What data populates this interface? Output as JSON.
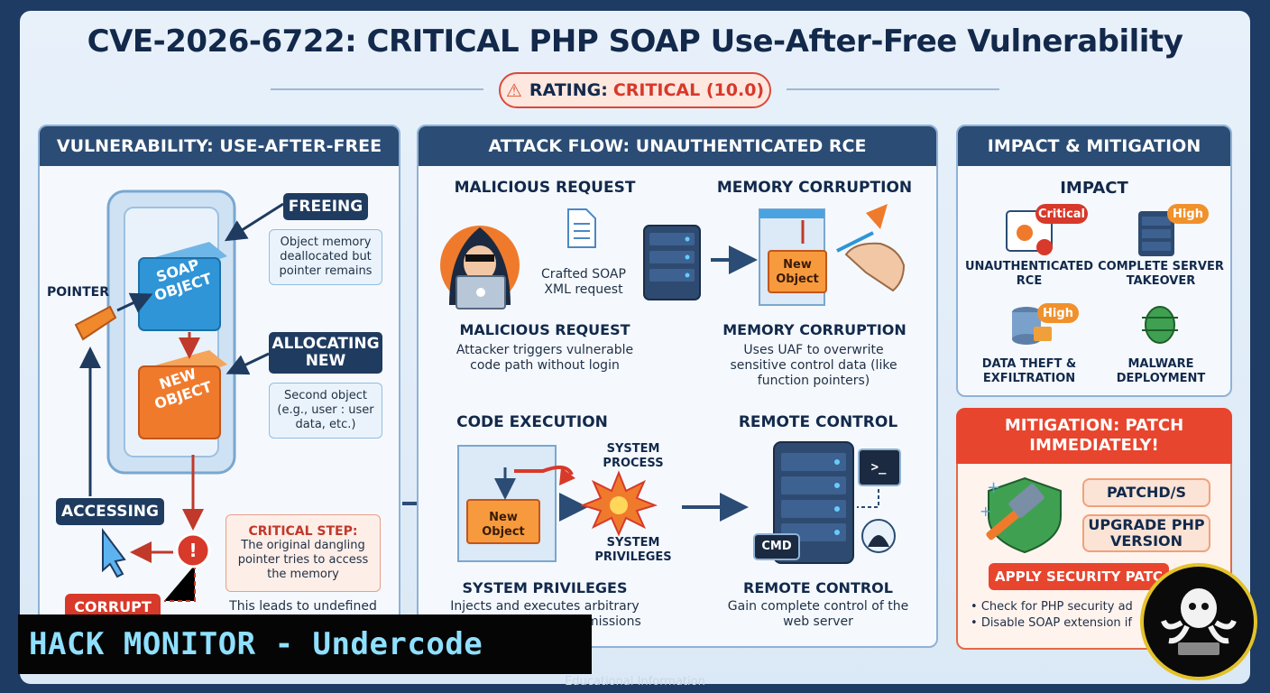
{
  "title": "CVE-2026-6722: CRITICAL PHP SOAP Use-After-Free Vulnerability",
  "rating": {
    "prefix": "RATING:",
    "value": "CRITICAL (10.0)"
  },
  "uaf_panel": {
    "header": "VULNERABILITY: USE-AFTER-FREE",
    "soap_object": "SOAP OBJECT",
    "new_object": "NEW OBJECT",
    "pointer": "POINTER",
    "freeing": "FREEING",
    "freeing_note": "Object memory deallocated but pointer remains",
    "allocating": "ALLOCATING NEW",
    "allocating_note": "Second object (e.g., user : user data, etc.)",
    "accessing": "ACCESSING",
    "critical_title": "CRITICAL STEP:",
    "critical_text": "The original dangling pointer tries to access the memory",
    "corrupt": "CORRUPT",
    "undefined": "This leads to undefined"
  },
  "flow_panel": {
    "header": "ATTACK FLOW: UNAUTHENTICATED RCE",
    "step1_top": "MALICIOUS REQUEST",
    "crafted": "Crafted SOAP XML request",
    "step1_title": "MALICIOUS REQUEST",
    "step1_desc": "Attacker triggers vulnerable code path without login",
    "step2_top": "MEMORY CORRUPTION",
    "step2_obj": "New Object",
    "step2_title": "MEMORY CORRUPTION",
    "step2_desc": "Uses UAF to overwrite sensitive control data (like function pointers)",
    "step3_top": "CODE EXECUTION",
    "step3_obj": "New Object",
    "sys_process": "SYSTEM PROCESS",
    "sys_priv_small": "SYSTEM PRIVILEGES",
    "step3_title": "SYSTEM PRIVILEGES",
    "step3_desc": "Injects and executes arbitrary",
    "step3_desc_tail": "missions",
    "step4_top": "REMOTE CONTROL",
    "cmd": "CMD",
    "prompt": ">_",
    "step4_title": "REMOTE CONTROL",
    "step4_desc": "Gain complete control of the web server"
  },
  "impact_panel": {
    "header": "IMPACT & MITIGATION",
    "impact_title": "IMPACT",
    "items": [
      {
        "label": "UNAUTHENTICATED RCE",
        "badge": "Critical"
      },
      {
        "label": "COMPLETE SERVER TAKEOVER",
        "badge": "High"
      },
      {
        "label": "DATA THEFT & EXFILTRATION",
        "badge": "High"
      },
      {
        "label": "MALWARE DEPLOYMENT",
        "badge": ""
      }
    ],
    "mitigation_title": "MITIGATION: PATCH IMMEDIATELY!",
    "patch_btn": "PATCHD/S",
    "upgrade_btn": "UPGRADE PHP VERSION",
    "apply_btn": "APPLY SECURITY PATC",
    "bullets": [
      "Check for PHP security ad",
      "Disable SOAP extension if"
    ]
  },
  "brand": "HACK MONITOR - Undercode",
  "footer": "Educational Information",
  "colors": {
    "navy": "#2b4c74",
    "critical": "#d7392a",
    "high": "#f0912c",
    "accent_orange": "#f07a2c"
  }
}
